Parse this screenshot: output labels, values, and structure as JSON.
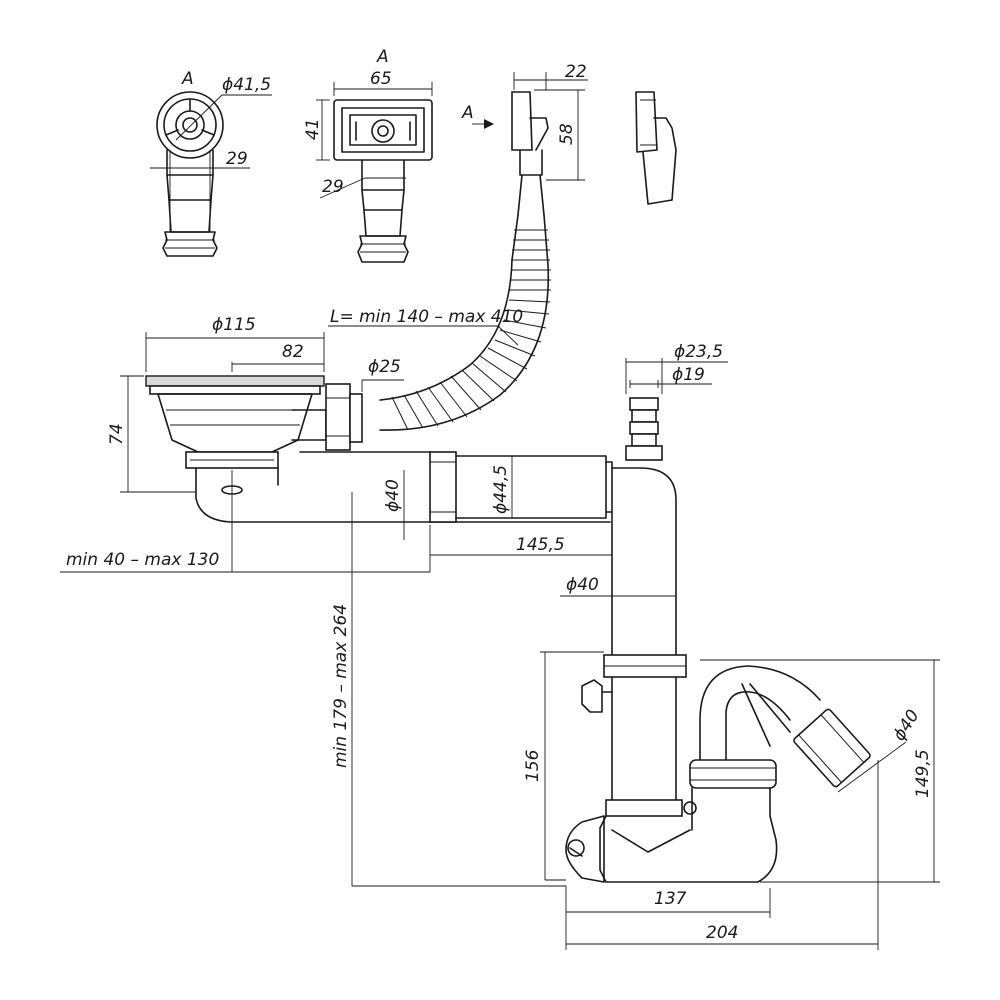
{
  "view_labels": {
    "view_a_left": "A",
    "view_a_center": "A",
    "view_a_arrow": "A"
  },
  "dimensions": {
    "d41_5": "ϕ41,5",
    "d29_a": "29",
    "d65": "65",
    "d41": "41",
    "d29_b": "29",
    "d22": "22",
    "d58": "58",
    "hose_length": "L= min 140 – max 410",
    "d115": "ϕ115",
    "d82": "82",
    "d25": "ϕ25",
    "d74": "74",
    "d23_5": "ϕ23,5",
    "d19": "ϕ19",
    "d40_a": "ϕ40",
    "d44_5": "ϕ44,5",
    "outlet_range": "min 40 – max 130",
    "d145_5": "145,5",
    "d40_b": "ϕ40",
    "height_range": "min 179 – max 264",
    "d156": "156",
    "d40_c": "ϕ40",
    "d149_5": "149,5",
    "d137": "137",
    "d204": "204"
  }
}
